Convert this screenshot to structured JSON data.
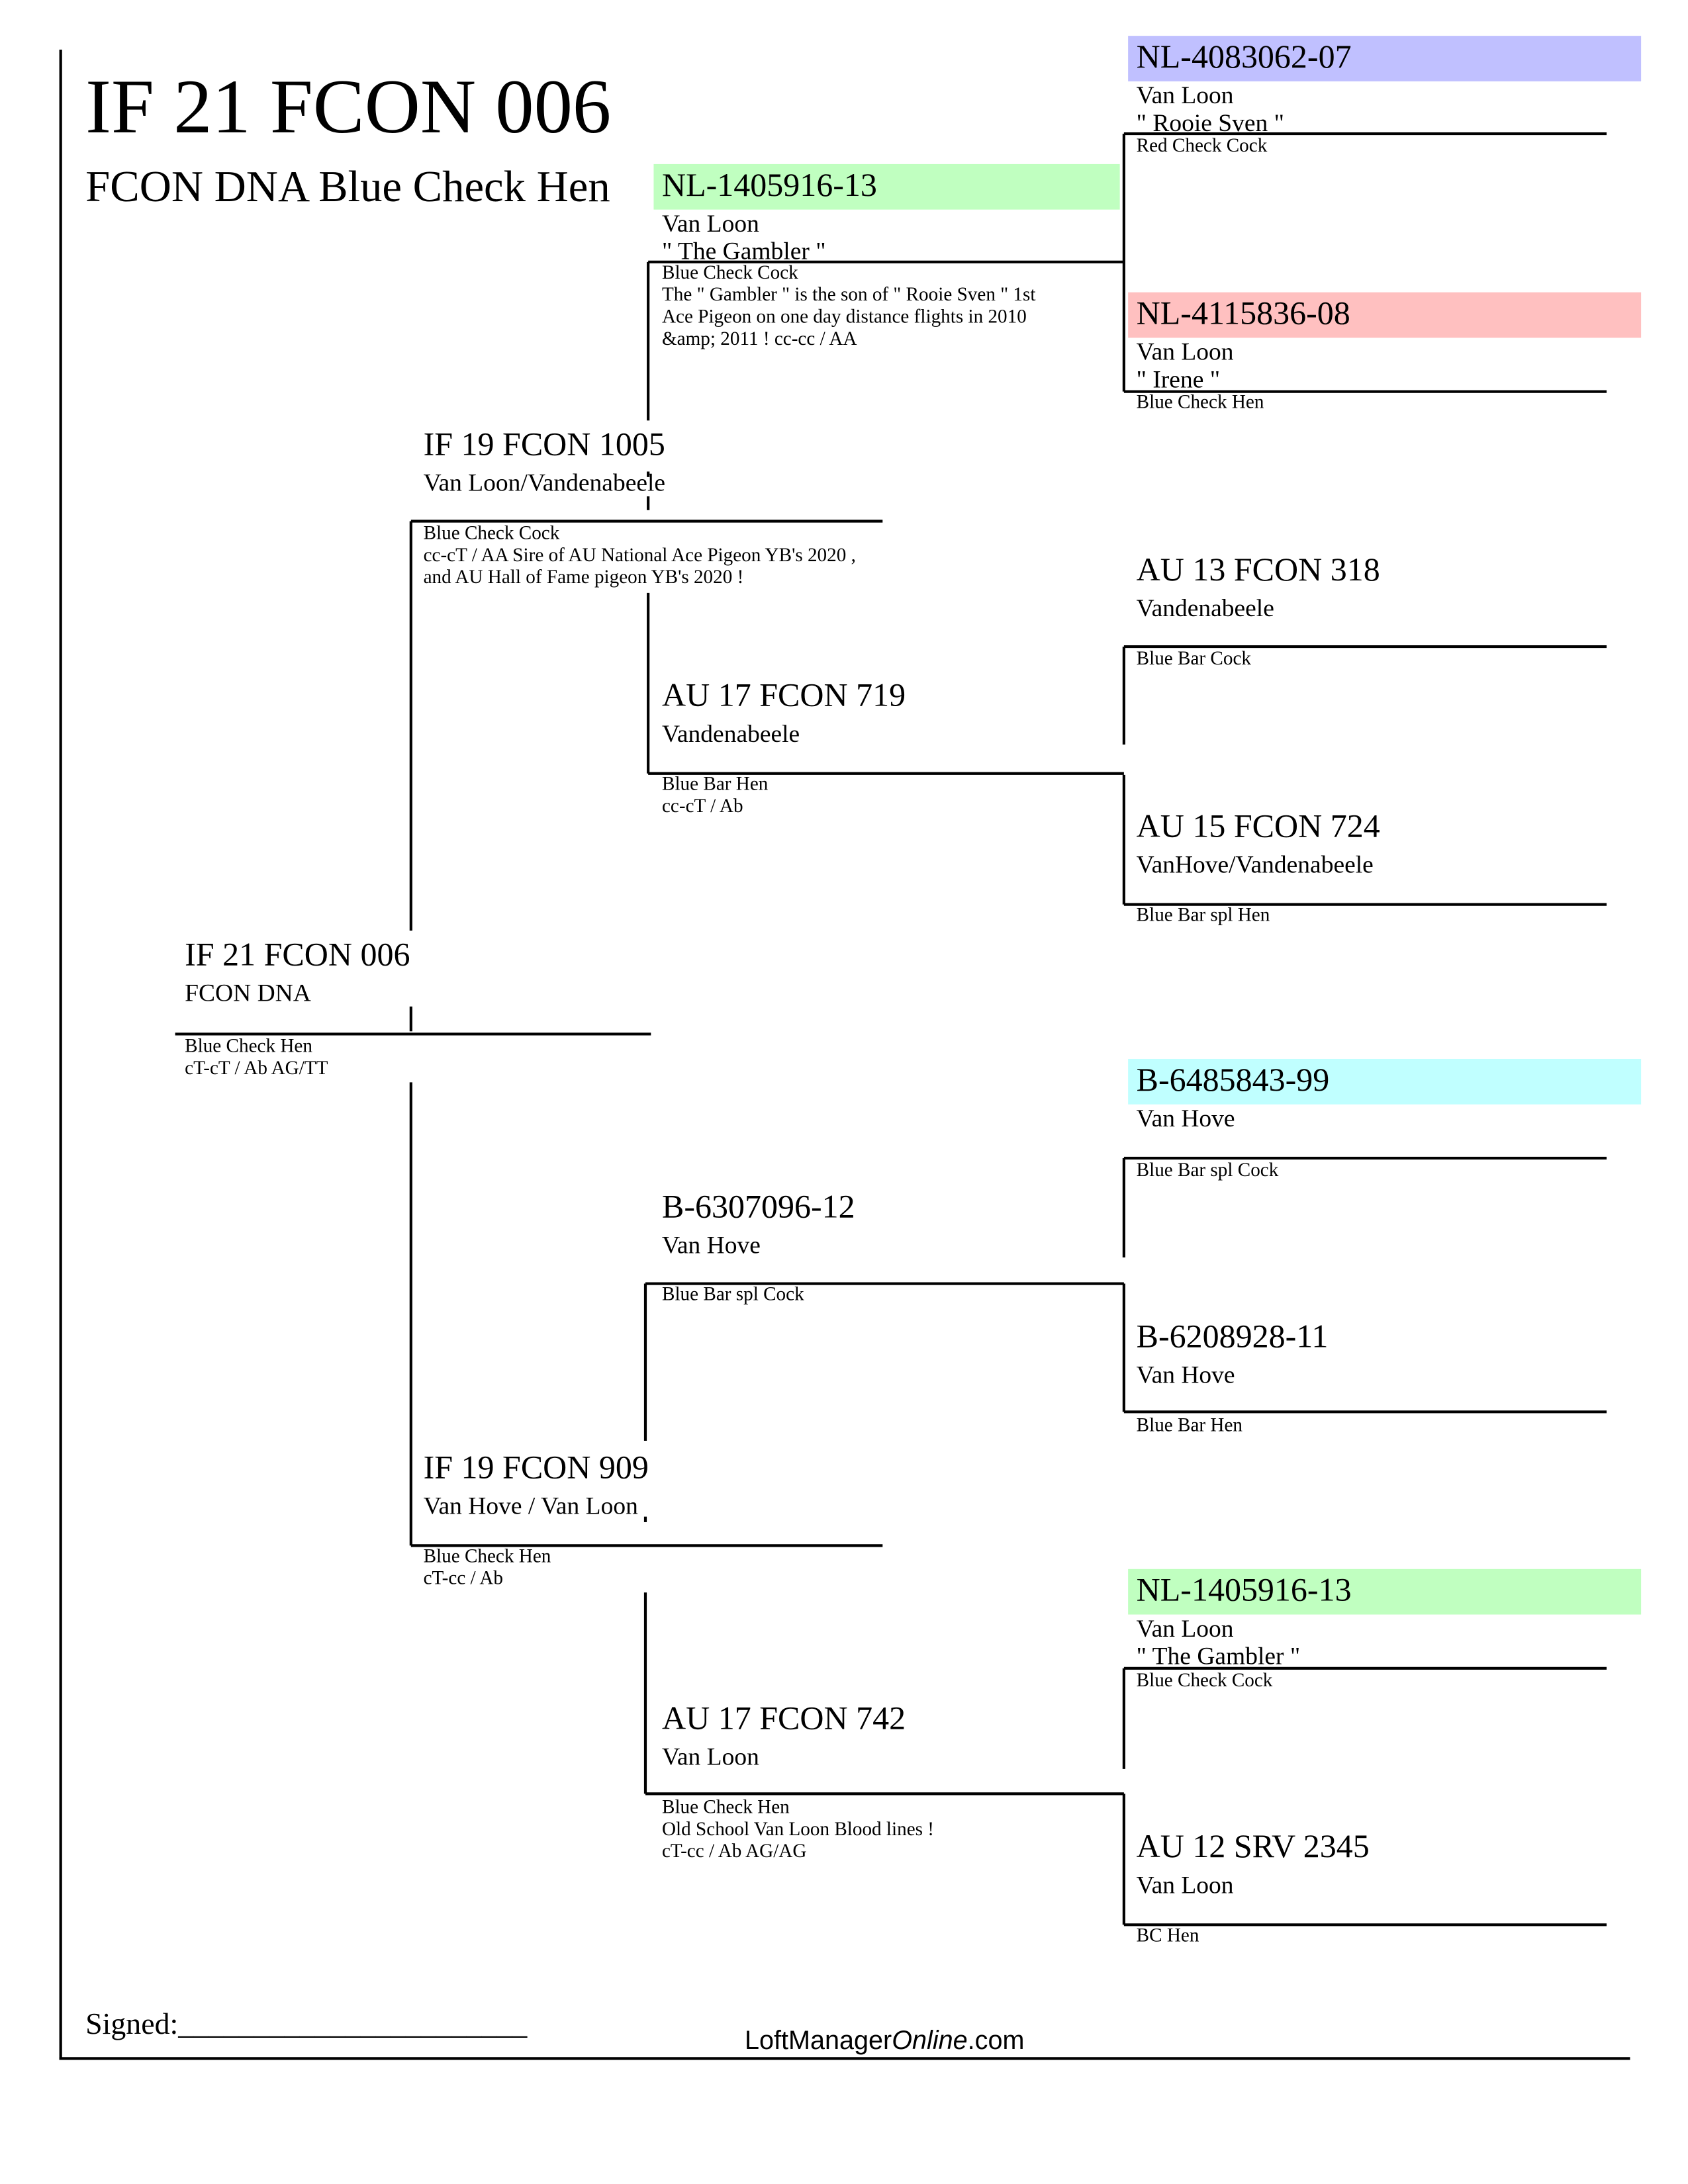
{
  "header": {
    "title": "IF 21 FCON 006",
    "subtitle": "FCON DNA Blue Check Hen"
  },
  "colors": {
    "blue_highlight": "#c0c0ff",
    "red_highlight": "#ffc0c0",
    "green_highlight": "#c0ffc0",
    "cyan_highlight": "#c0ffff"
  },
  "pedigree": {
    "subject": {
      "ring": "IF 21 FCON 006",
      "lines": [
        "FCON DNA"
      ],
      "notes": [
        "Blue Check Hen",
        "cT-cT / Ab  AG/TT"
      ]
    },
    "sire": {
      "ring": "IF 19 FCON 1005",
      "lines": [
        "Van Loon/Vandenabeele"
      ],
      "notes": [
        "Blue Check Cock",
        "cc-cT / AA Sire of AU National Ace Pigeon YB's 2020 ,",
        "and AU Hall of Fame pigeon YB's 2020 !"
      ]
    },
    "dam": {
      "ring": "IF 19 FCON 909",
      "lines": [
        "Van Hove / Van Loon"
      ],
      "notes": [
        "Blue Check Hen",
        "cT-cc / Ab"
      ]
    },
    "sire_sire": {
      "ring": "NL-1405916-13",
      "lines": [
        "Van Loon",
        "\" The Gambler \""
      ],
      "notes": [
        "Blue Check Cock",
        "The \" Gambler \" is the son of \" Rooie Sven \" 1st",
        "Ace Pigeon on one day distance flights in 2010",
        "&amp; 2011 !  cc-cc / AA"
      ]
    },
    "sire_dam": {
      "ring": "AU 17 FCON 719",
      "lines": [
        "Vandenabeele"
      ],
      "notes": [
        "Blue Bar Hen",
        "cc-cT / Ab"
      ]
    },
    "dam_sire": {
      "ring": "B-6307096-12",
      "lines": [
        "Van Hove"
      ],
      "notes": [
        "Blue Bar spl Cock"
      ]
    },
    "dam_dam": {
      "ring": "AU 17 FCON 742",
      "lines": [
        "Van Loon"
      ],
      "notes": [
        "Blue Check Hen",
        "Old School Van Loon Blood lines !",
        "cT-cc / Ab  AG/AG"
      ]
    },
    "ss_sire": {
      "ring": "NL-4083062-07",
      "lines": [
        "Van Loon",
        "\" Rooie Sven \""
      ],
      "notes": [
        "Red Check Cock"
      ]
    },
    "ss_dam": {
      "ring": "NL-4115836-08",
      "lines": [
        "Van Loon",
        "\" Irene \""
      ],
      "notes": [
        "Blue Check Hen"
      ]
    },
    "sd_sire": {
      "ring": "AU 13 FCON 318",
      "lines": [
        "Vandenabeele"
      ],
      "notes": [
        "Blue Bar Cock"
      ]
    },
    "sd_dam": {
      "ring": "AU 15 FCON 724",
      "lines": [
        "VanHove/Vandenabeele"
      ],
      "notes": [
        "Blue Bar spl Hen"
      ]
    },
    "ds_sire": {
      "ring": "B-6485843-99",
      "lines": [
        "Van Hove"
      ],
      "notes": [
        "Blue Bar spl Cock"
      ]
    },
    "ds_dam": {
      "ring": "B-6208928-11",
      "lines": [
        "Van Hove"
      ],
      "notes": [
        "Blue Bar Hen"
      ]
    },
    "dd_sire": {
      "ring": "NL-1405916-13",
      "lines": [
        "Van Loon",
        "\" The Gambler \""
      ],
      "notes": [
        "Blue Check Cock"
      ]
    },
    "dd_dam": {
      "ring": "AU 12 SRV 2345",
      "lines": [
        "Van Loon"
      ],
      "notes": [
        "BC Hen"
      ]
    }
  },
  "footer": {
    "signed_label": "Signed:_______________________",
    "brand_prefix": "LoftManager",
    "brand_italic": "Online",
    "brand_suffix": ".com"
  }
}
